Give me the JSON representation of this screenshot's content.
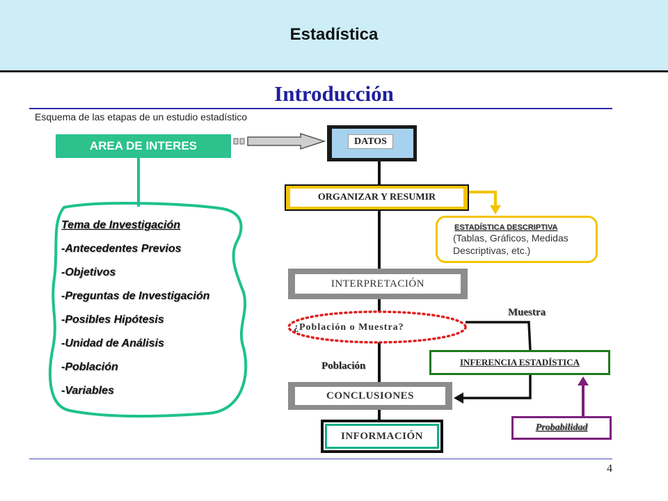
{
  "header": {
    "title": "Estadística"
  },
  "slide": {
    "title": "Introducción",
    "subtitle": "Esquema de las etapas de un estudio estadístico",
    "page_number": "4"
  },
  "area": {
    "label": "AREA DE INTERES",
    "items": [
      "Tema de Investigación",
      "-Antecedentes Previos",
      "-Objetivos",
      "-Preguntas de Investigación",
      "-Posibles Hipótesis",
      "-Unidad de Análisis",
      "-Población",
      "-Variables"
    ]
  },
  "flow": {
    "datos": "DATOS",
    "organizar": "ORGANIZAR Y RESUMIR",
    "interpretacion": "INTERPRETACIÓN",
    "poblacion_o_muestra": "¿Población  o  Muestra?",
    "poblacion": "Población",
    "muestra": "Muestra",
    "conclusiones": "CONCLUSIONES",
    "informacion": "INFORMACIÓN",
    "inferencia": "INFERENCIA ESTADÍSTICA",
    "probabilidad": "Probabilidad"
  },
  "descriptiva": {
    "title": "ESTADÍSTICA DESCRIPTIVA",
    "body": "(Tablas, Gráficos, Medidas Descriptivas, etc.)"
  },
  "colors": {
    "banner": "#cdeef6",
    "title_blue": "#1f1f9e",
    "green": "#2cc18d",
    "yellow": "#f5c400",
    "red_dotted": "#e02020",
    "dark_green": "#1d7a1d",
    "purple": "#7c1f7c"
  }
}
